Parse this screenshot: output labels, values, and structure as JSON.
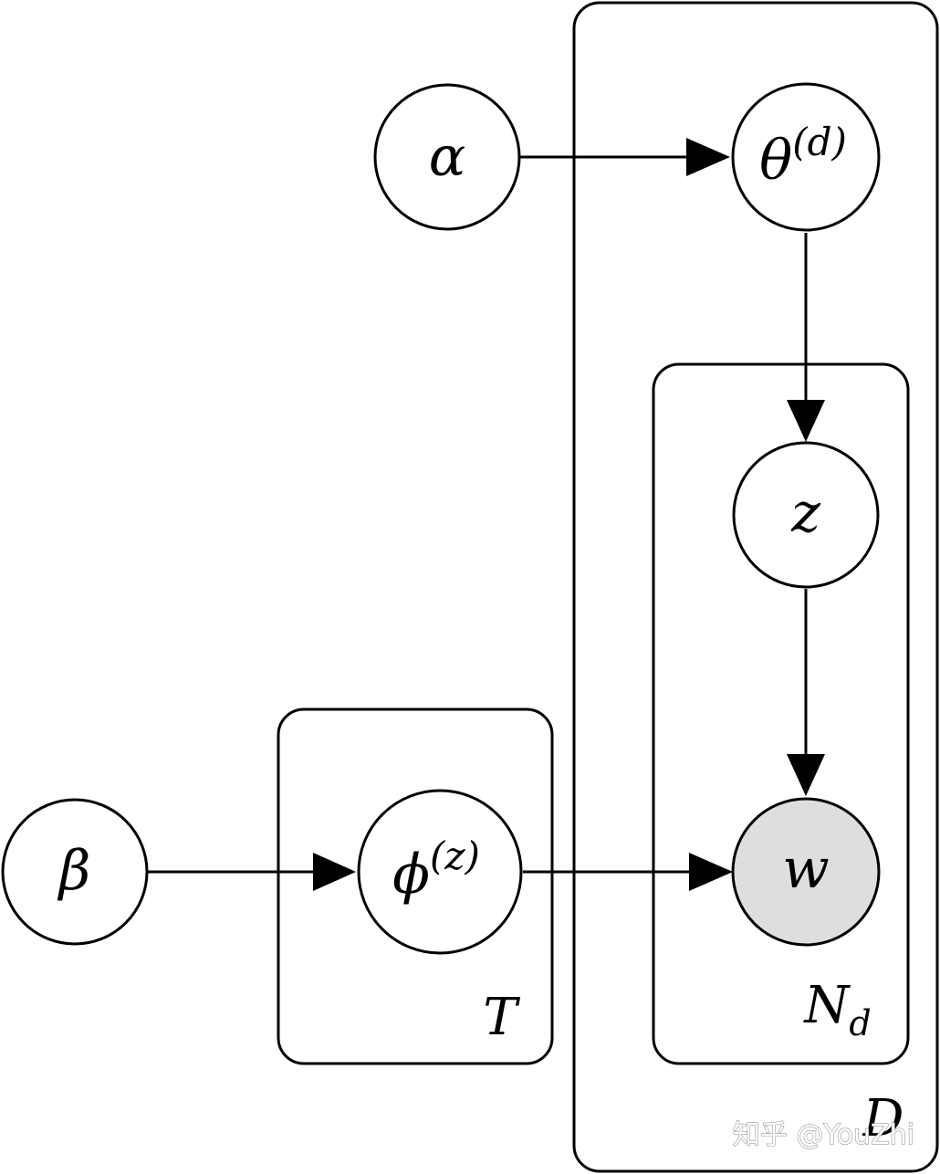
{
  "nodes": {
    "alpha": {
      "label": "α",
      "observed": false
    },
    "theta": {
      "label": "θ",
      "superscript": "(d)",
      "observed": false
    },
    "z": {
      "label": "z",
      "observed": false
    },
    "beta": {
      "label": "β",
      "observed": false
    },
    "phi": {
      "label": "ϕ",
      "superscript": "(z)",
      "observed": false
    },
    "w": {
      "label": "w",
      "observed": true
    }
  },
  "plates": {
    "documents": {
      "label": "D"
    },
    "words": {
      "label": "N",
      "subscript": "d"
    },
    "topics": {
      "label": "T"
    }
  },
  "edges": [
    {
      "from": "alpha",
      "to": "theta"
    },
    {
      "from": "theta",
      "to": "z"
    },
    {
      "from": "z",
      "to": "w"
    },
    {
      "from": "beta",
      "to": "phi"
    },
    {
      "from": "phi",
      "to": "w"
    }
  ],
  "colors": {
    "observed_fill": "#dedede",
    "stroke": "#000000",
    "background": "#ffffff"
  },
  "watermark": {
    "text": "知乎 @YouZhi"
  }
}
